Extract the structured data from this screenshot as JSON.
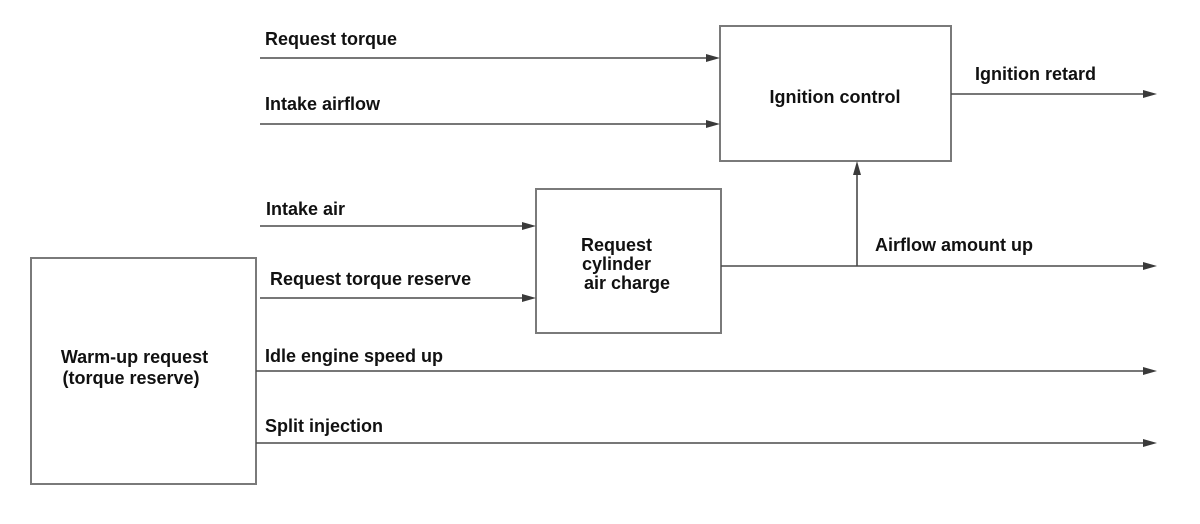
{
  "blocks": {
    "ignition_control": [
      "Ignition control"
    ],
    "request_cylinder_air_charge": [
      "Request",
      "cylinder",
      "air charge"
    ],
    "warm_up_request": [
      "Warm-up request",
      "(torque reserve)"
    ]
  },
  "signals": {
    "request_torque": "Request torque",
    "intake_airflow": "Intake airflow",
    "intake_air": "Intake air",
    "request_torque_reserve": "Request torque reserve",
    "idle_engine_speed_up": "Idle engine speed up",
    "split_injection": "Split injection",
    "ignition_retard": "Ignition retard",
    "airflow_amount_up": "Airflow amount up"
  }
}
